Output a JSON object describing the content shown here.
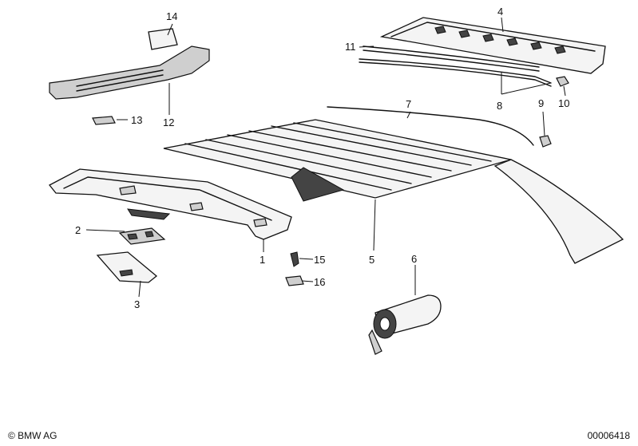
{
  "callouts": {
    "c1": "1",
    "c2": "2",
    "c3": "3",
    "c4": "4",
    "c5": "5",
    "c6": "6",
    "c7": "7",
    "c8": "8",
    "c9": "9",
    "c10": "10",
    "c11": "11",
    "c12": "12",
    "c13": "13",
    "c14": "14",
    "c15": "15",
    "c16": "16"
  },
  "footer": {
    "copyright": "© BMW AG",
    "ref_code": "00006418"
  }
}
